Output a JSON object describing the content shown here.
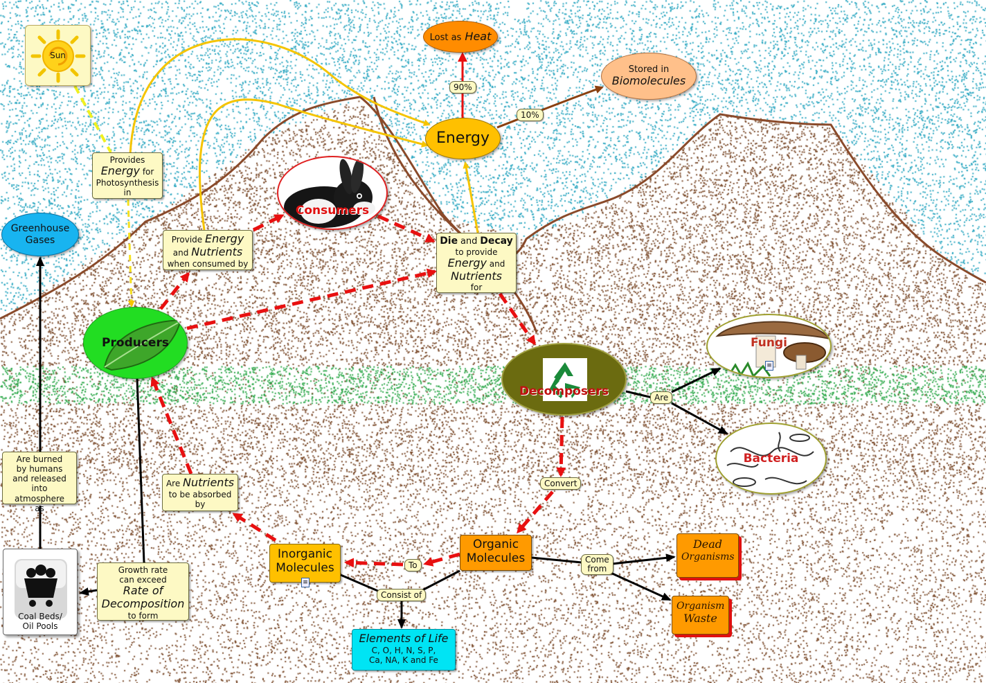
{
  "nodes": {
    "sun": "Sun",
    "provides": {
      "line1": "Provides",
      "line2": "Energy",
      "line3": "for",
      "line4": "Photosynthesis",
      "line5": "in"
    },
    "lost_heat": {
      "prefix": "Lost as",
      "word": "Heat"
    },
    "pct_90": "90%",
    "pct_10": "10%",
    "stored": {
      "line1": "Stored in",
      "line2": "Biomolecules"
    },
    "energy": "Energy",
    "greenhouse": {
      "line1": "Greenhouse",
      "line2": "Gases"
    },
    "provide_energy": {
      "w1": "Provide",
      "w2": "Energy",
      "w3": "and",
      "w4": "Nutrients",
      "w5": "when consumed by"
    },
    "consumers": "Consumers",
    "die_decay": {
      "w1": "Die",
      "w2": "and",
      "w3": "Decay",
      "w4": "to provide",
      "w5": "Energy",
      "w6": "and",
      "w7": "Nutrients",
      "w8": "for"
    },
    "producers": "Producers",
    "decomposers": "Decomposers",
    "are": "Are",
    "fungi": "Fungi",
    "bacteria": "Bacteria",
    "burned": {
      "line1": "Are burned",
      "line2": "by humans",
      "line3": "and released",
      "line4": "into atmosphere",
      "line5": "as"
    },
    "are_nutrients": {
      "w1": "Are",
      "w2": "Nutrients",
      "w3": "to be absorbed",
      "w4": "by"
    },
    "convert": "Convert",
    "coal": {
      "line1": "Coal Beds/",
      "line2": "Oil Pools"
    },
    "growth": {
      "line1": "Growth rate",
      "line2": "can exceed",
      "line3": "Rate of",
      "line4": "Decomposition",
      "line5": "to form"
    },
    "inorganic": {
      "line1": "Inorganic",
      "line2": "Molecules"
    },
    "to": "To",
    "organic": {
      "line1": "Organic",
      "line2": "Molecules"
    },
    "come_from": {
      "line1": "Come",
      "line2": "from"
    },
    "dead": {
      "line1": "Dead",
      "line2": "Organisms"
    },
    "waste": {
      "line1": "Organism",
      "line2": "Waste"
    },
    "consist_of": "Consist of",
    "elements": {
      "line1": "Elements of Life",
      "line2": "C, O, H, N, S, P,",
      "line3": "Ca, NA, K and Fe"
    }
  },
  "colors": {
    "sky_dots": "#2aa6c0",
    "dirt_dots": "#7a4a2a",
    "grass_dots": "#2da84a",
    "ridge": "#8a4a2a",
    "yellow_arrow": "#f5c400",
    "sun_dash": "#f0f020",
    "red_arrow": "#e81010",
    "brown_arrow": "#8a4010",
    "note_fill": "#fdf9c4",
    "energy_fill": "#ffc000",
    "heat_fill": "#ff8c00",
    "stored_fill": "#ffc08a",
    "greenhouse_fill": "#18b4f0",
    "producers_fill": "#22dd22",
    "decomposers_fill": "#6b6b10",
    "organic_fill": "#ff9a00",
    "elements_fill": "#00e4f4"
  },
  "icons": [
    "sun-icon",
    "rabbit-icon",
    "leaf-icon",
    "recycle-icon",
    "mushroom-icon",
    "bacteria-icon",
    "mine-cart-icon",
    "note-icon"
  ]
}
